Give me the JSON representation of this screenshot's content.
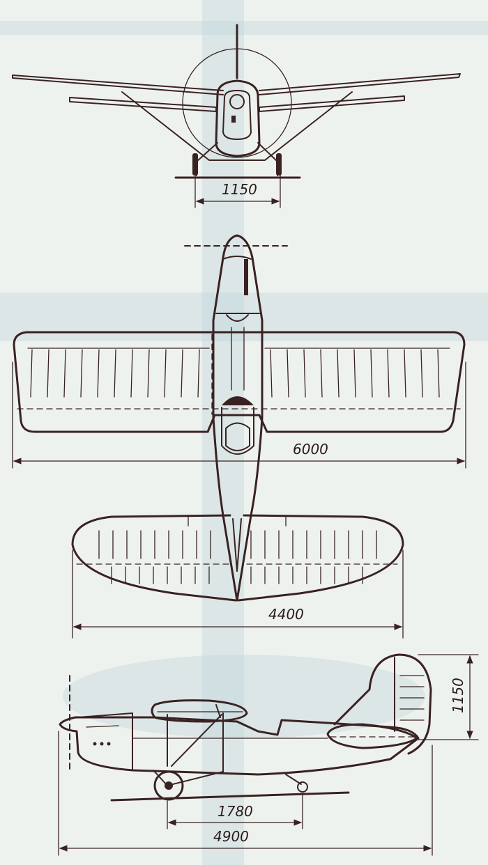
{
  "colors": {
    "paper": "#eef2ee",
    "ink": "#3a2222",
    "ghost": "#b9d0d6"
  },
  "views": {
    "front": {
      "track_width_label": "1150"
    },
    "top": {
      "wingspan_label": "6000",
      "lower_wing_span_label": "4400"
    },
    "side": {
      "height_label": "1150",
      "wheelbase_label": "1780",
      "length_label": "4900"
    }
  }
}
